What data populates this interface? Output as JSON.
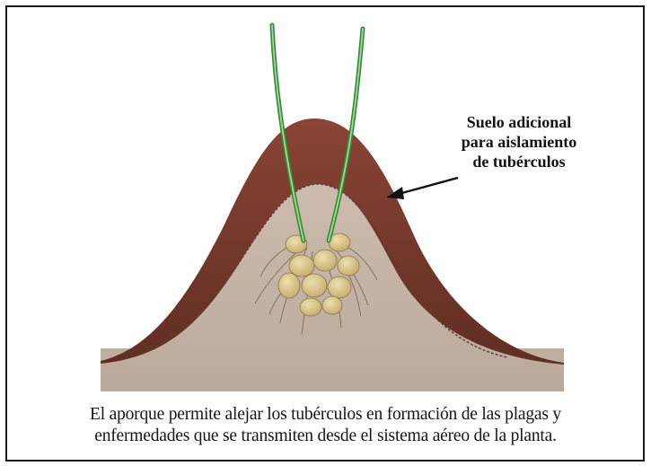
{
  "annotation": {
    "lines": [
      "Suelo adicional",
      "para aislamiento",
      "de tubérculos"
    ]
  },
  "caption": {
    "lines": [
      "El aporque permite alejar los tubérculos en formación de las plagas y",
      "enfermedades que se transmiten desde el sistema aéreo de la planta."
    ]
  },
  "colors": {
    "added_soil": "#7a3b2e",
    "base_soil": "#b8a79a",
    "inner_mound": "#c7b6a8",
    "stem_green": "#2e8b3e",
    "stem_light": "#a8d68a",
    "tuber": "#d9c48a",
    "frame": "#1a1a1a"
  }
}
